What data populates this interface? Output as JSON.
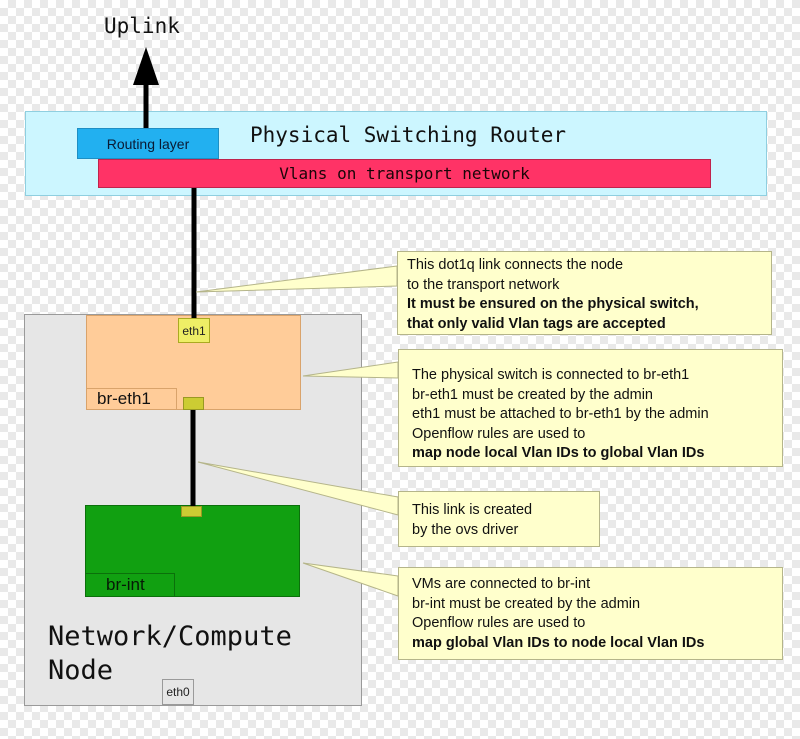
{
  "uplink": {
    "label": "Uplink"
  },
  "router": {
    "title": "Physical Switching Router",
    "routing_layer": "Routing layer",
    "vlan_bar": "Vlans on transport network"
  },
  "node": {
    "title_line1": "Network/Compute",
    "title_line2": "Node",
    "eth0": "eth0"
  },
  "br_eth1": {
    "label": "br-eth1",
    "port": "eth1"
  },
  "br_int": {
    "label": "br-int"
  },
  "callouts": [
    {
      "lines": [
        "This dot1q link connects the node",
        "to the transport network"
      ],
      "bold_lines": [
        "It must be ensured on the physical switch,",
        "that only valid Vlan tags are accepted"
      ]
    },
    {
      "lines": [
        "The physical switch is connected to br-eth1",
        "br-eth1 must be created by the admin",
        "eth1 must be attached to br-eth1 by the admin",
        "Openflow rules are used to"
      ],
      "bold_lines": [
        "map node local Vlan IDs to global Vlan IDs"
      ]
    },
    {
      "lines": [
        "This link is created",
        "by the ovs driver"
      ],
      "bold_lines": []
    },
    {
      "lines": [
        "VMs are connected to br-int",
        "br-int must be created by the admin",
        "Openflow rules are used to"
      ],
      "bold_lines": [
        "map global Vlan IDs to node local Vlan IDs"
      ]
    }
  ],
  "colors": {
    "router_bg": "#ccf6ff",
    "routing_layer": "#22b0f0",
    "vlan_bar": "#ff3366",
    "br_eth1": "#ffcc99",
    "br_int": "#11a011",
    "port": "#eeee66",
    "callout_bg": "#ffffcc",
    "node_bg": "#e6e6e6"
  }
}
